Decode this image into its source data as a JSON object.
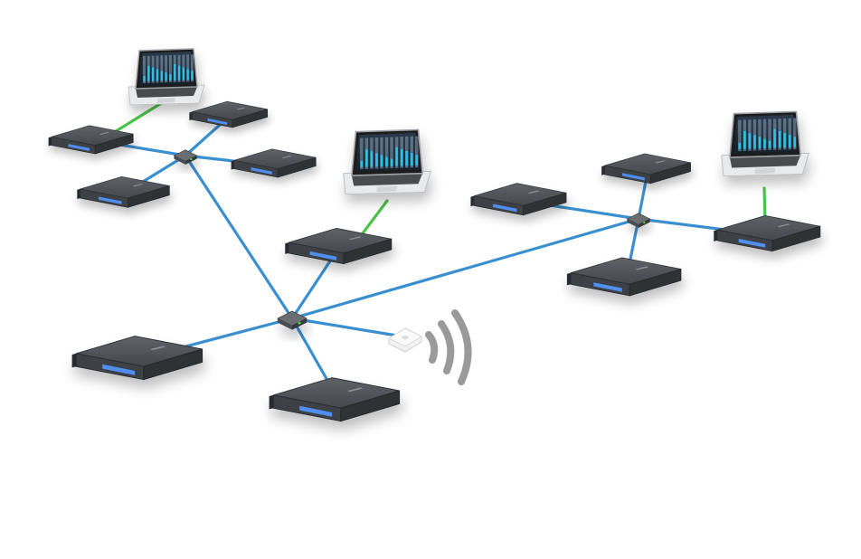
{
  "colors": {
    "background": "#ffffff",
    "ethernet_link": "#3a8fd0",
    "direct_link": "#4cc24a",
    "device_body": "#3d3f44",
    "device_top": "#55585e",
    "device_led": "#4f8ff0",
    "switch_body": "#4a4d52",
    "switch_led": "#3ddc3d",
    "laptop_shell": "#d7d9dc",
    "laptop_screen": "#1e2a38",
    "wifi_arc": "#9a9a9a"
  },
  "icons": {
    "rack_device": "audio-interface-icon",
    "network_switch": "network-switch-icon",
    "laptop": "laptop-icon",
    "wireless_access_point": "wireless-access-point-icon",
    "wifi_signal": "wifi-signal-icon"
  },
  "topology": {
    "clusters": [
      "left-cluster",
      "center-hub",
      "right-cluster"
    ],
    "link_types": [
      "ethernet",
      "direct"
    ]
  }
}
